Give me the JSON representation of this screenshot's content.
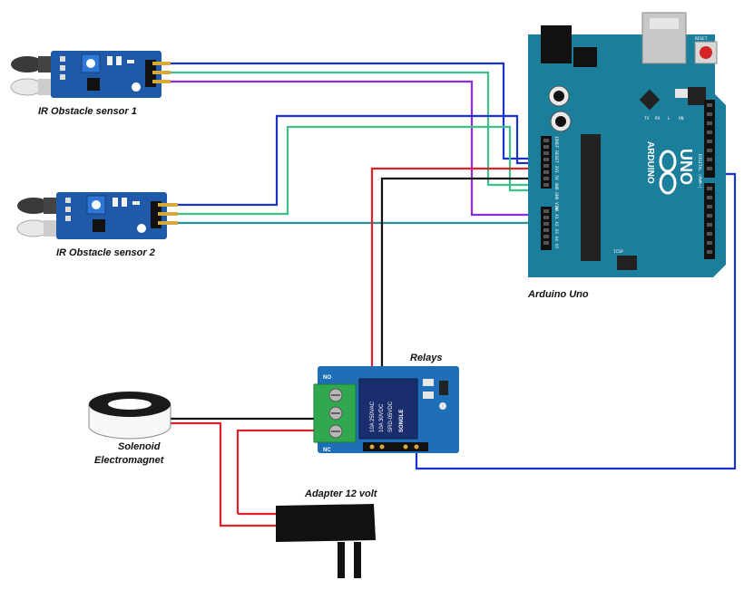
{
  "labels": {
    "ir1": "IR Obstacle sensor 1",
    "ir2": "IR Obstacle sensor 2",
    "arduino": "Arduino Uno",
    "relays": "Relays",
    "solenoid_line1": "Solenoid",
    "solenoid_line2": "Electromagnet",
    "adapter": "Adapter 12 volt"
  },
  "board_text": {
    "uno": "UNO",
    "arduino_word": "ARDUINO",
    "reset": "RESET",
    "icsp": "ICSP",
    "tx": "TX",
    "rx": "RX",
    "l": "L",
    "on": "ON",
    "digital": "DIGITAL (PWM~)",
    "power_header": "IOREF RESET 3V3 5V GND GND VIN",
    "analog_header": "A0 A1 A2 A3 A4 A5"
  },
  "relay_text": {
    "no": "NO",
    "nc": "NC",
    "line1": "10A 250VAC",
    "line2": "10A 30VDC",
    "line3": "SRD-05VDC",
    "brand": "SONGLE"
  },
  "colors": {
    "board_blue": "#1b7e9a",
    "sensor_blue": "#1e5aa8",
    "relay_blue": "#1e6fb8",
    "wire_blue": "#1a33cc",
    "wire_green": "#3fbf8a",
    "wire_purple": "#8a2be2",
    "wire_teal": "#2a8f96",
    "wire_red": "#e0202a",
    "wire_black": "#111111",
    "terminal_green": "#2fa84f"
  }
}
